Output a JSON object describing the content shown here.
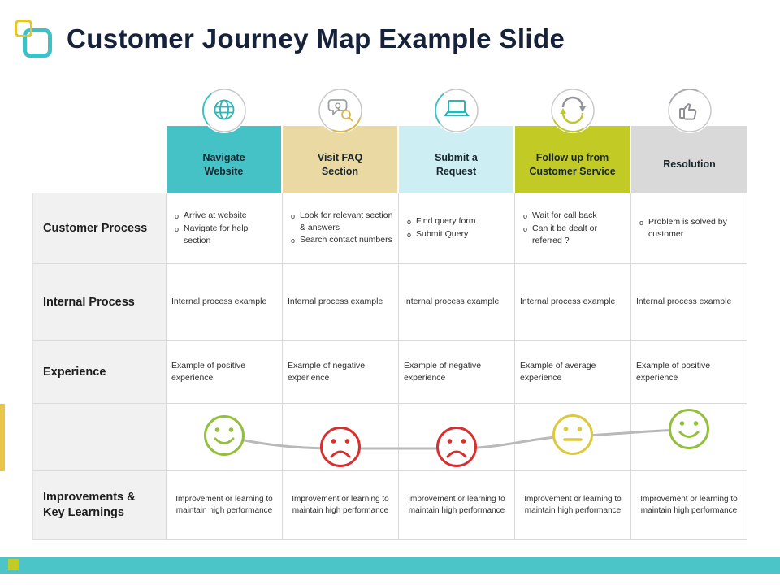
{
  "title": "Customer Journey Map Example Slide",
  "stages": [
    {
      "name": "Navigate Website",
      "icon": "globe-icon",
      "header_color": "#45c2c5"
    },
    {
      "name": "Visit FAQ Section",
      "icon": "faq-search-icon",
      "header_color": "#ebd9a3"
    },
    {
      "name": "Submit a Request",
      "icon": "laptop-icon",
      "header_color": "#cdeef3"
    },
    {
      "name": "Follow up from Customer Service",
      "icon": "refresh-arrows-icon",
      "header_color": "#c2cb26"
    },
    {
      "name": "Resolution",
      "icon": "thumbs-up-icon",
      "header_color": "#d9d9d9"
    }
  ],
  "rows": {
    "customer_process": {
      "label": "Customer Process",
      "cells": [
        [
          "Arrive at website",
          "Navigate for help section"
        ],
        [
          "Look for relevant section & answers",
          "Search contact numbers"
        ],
        [
          "Find query form",
          "Submit Query"
        ],
        [
          "Wait for call back",
          "Can it be dealt or referred ?"
        ],
        [
          "Problem is solved by customer"
        ]
      ]
    },
    "internal_process": {
      "label": "Internal Process",
      "cells": [
        "Internal process example",
        "Internal process example",
        "Internal process example",
        "Internal process example",
        "Internal process example"
      ]
    },
    "experience": {
      "label": "Experience",
      "cells": [
        "Example of positive experience",
        "Example of negative experience",
        "Example of negative experience",
        "Example of average experience",
        "Example of positive experience"
      ]
    },
    "sentiment": {
      "label": "",
      "moods": [
        "happy",
        "sad",
        "sad",
        "neutral",
        "happy"
      ],
      "mood_colors": {
        "happy": "#94bf3e",
        "sad": "#d83030",
        "neutral": "#ddc93f"
      }
    },
    "improvements": {
      "label": "Improvements & Key Learnings",
      "cells": [
        "Improvement or learning to maintain high performance",
        "Improvement or learning to maintain high performance",
        "Improvement or learning to maintain high performance",
        "Improvement or learning to maintain high performance",
        "Improvement or learning to maintain high performance"
      ]
    }
  },
  "decor": {
    "title_color": "#16213a",
    "bottom_bar_color": "#4cc5c9",
    "bottom_square_color": "#c2cb26",
    "side_bar_color": "#e6c54a",
    "connector_line_color": "#b9b9b9"
  }
}
